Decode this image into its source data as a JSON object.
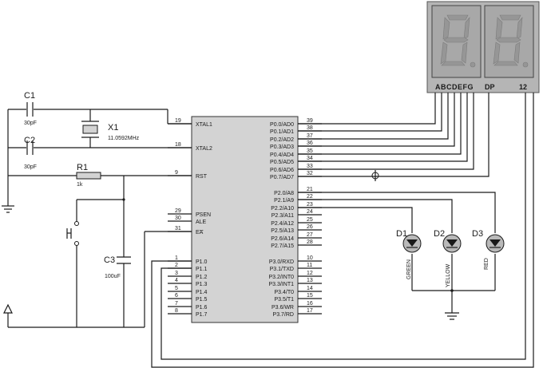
{
  "mcu": {
    "left_pins": [
      {
        "num": "19",
        "name": "XTAL1"
      },
      {
        "num": "18",
        "name": "XTAL2"
      },
      {
        "num": "9",
        "name": "RST"
      },
      {
        "num": "29",
        "name": "PSEN"
      },
      {
        "num": "30",
        "name": "ALE"
      },
      {
        "num": "31",
        "name": "EA"
      },
      {
        "num": "1",
        "name": "P1.0"
      },
      {
        "num": "2",
        "name": "P1.1"
      },
      {
        "num": "3",
        "name": "P1.2"
      },
      {
        "num": "4",
        "name": "P1.3"
      },
      {
        "num": "5",
        "name": "P1.4"
      },
      {
        "num": "6",
        "name": "P1.5"
      },
      {
        "num": "7",
        "name": "P1.6"
      },
      {
        "num": "8",
        "name": "P1.7"
      }
    ],
    "right_pins": [
      {
        "num": "39",
        "name": "P0.0/AD0"
      },
      {
        "num": "38",
        "name": "P0.1/AD1"
      },
      {
        "num": "37",
        "name": "P0.2/AD2"
      },
      {
        "num": "36",
        "name": "P0.3/AD3"
      },
      {
        "num": "35",
        "name": "P0.4/AD4"
      },
      {
        "num": "34",
        "name": "P0.5/AD5"
      },
      {
        "num": "33",
        "name": "P0.6/AD6"
      },
      {
        "num": "32",
        "name": "P0.7/AD7"
      },
      {
        "num": "21",
        "name": "P2.0/A8"
      },
      {
        "num": "22",
        "name": "P2.1/A9"
      },
      {
        "num": "23",
        "name": "P2.2/A10"
      },
      {
        "num": "24",
        "name": "P2.3/A11"
      },
      {
        "num": "25",
        "name": "P2.4/A12"
      },
      {
        "num": "26",
        "name": "P2.5/A13"
      },
      {
        "num": "27",
        "name": "P2.6/A14"
      },
      {
        "num": "28",
        "name": "P2.7/A15"
      },
      {
        "num": "10",
        "name": "P3.0/RXD"
      },
      {
        "num": "11",
        "name": "P3.1/TXD"
      },
      {
        "num": "12",
        "name": "P3.2/INT0"
      },
      {
        "num": "13",
        "name": "P3.3/INT1"
      },
      {
        "num": "14",
        "name": "P3.4/T0"
      },
      {
        "num": "15",
        "name": "P3.5/T1"
      },
      {
        "num": "16",
        "name": "P3.6/WR"
      },
      {
        "num": "17",
        "name": "P3.7/RD"
      }
    ]
  },
  "c1": {
    "ref": "C1",
    "value": "30pF"
  },
  "c2": {
    "ref": "C2",
    "value": "30pF"
  },
  "x1": {
    "ref": "X1",
    "value": "11.0592MHz"
  },
  "r1": {
    "ref": "R1",
    "value": "1k"
  },
  "c3": {
    "ref": "C3",
    "value": "100uF"
  },
  "display": {
    "seg_label": "ABCDEFG",
    "dp_label": "DP",
    "digit_label": "12"
  },
  "leds": [
    {
      "ref": "D1",
      "color_label": "GREEN"
    },
    {
      "ref": "D2",
      "color_label": "YELLOW"
    },
    {
      "ref": "D3",
      "color_label": "RED"
    }
  ],
  "colors": {
    "display_body": "#b5b5b5",
    "display_face": "#a8a8a8",
    "display_segment": "#969696",
    "chip_fill": "#d3d3d3",
    "wire": "#1a1a1a"
  }
}
